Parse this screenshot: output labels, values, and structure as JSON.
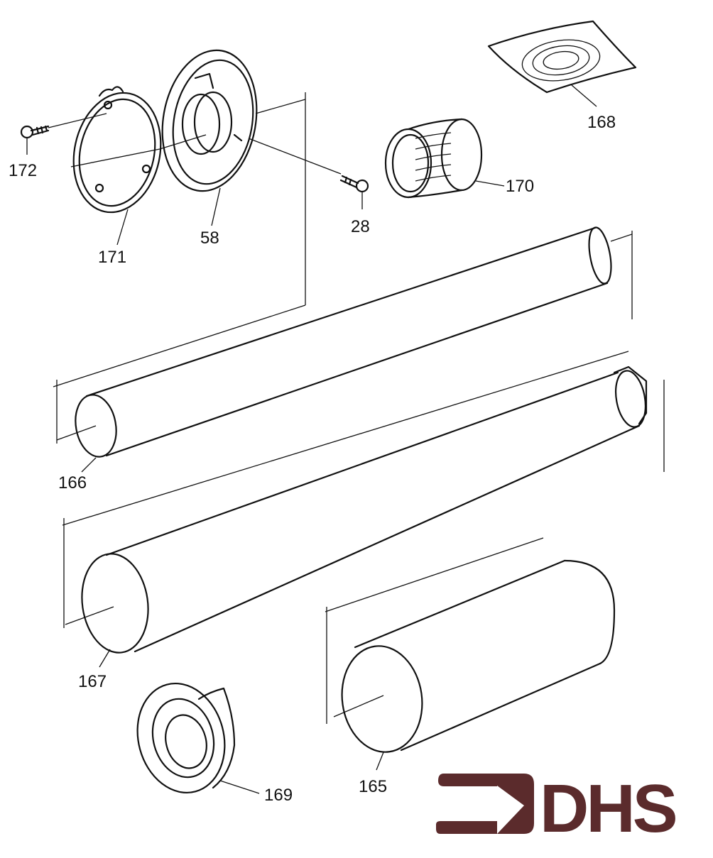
{
  "diagram": {
    "parts": [
      {
        "id": "172",
        "name": "screw"
      },
      {
        "id": "171",
        "name": "gasket-ring"
      },
      {
        "id": "58",
        "name": "wall-plate"
      },
      {
        "id": "28",
        "name": "screw"
      },
      {
        "id": "170",
        "name": "flexible-sleeve"
      },
      {
        "id": "168",
        "name": "roof-flashing"
      },
      {
        "id": "166",
        "name": "pipe-long"
      },
      {
        "id": "167",
        "name": "pipe-large"
      },
      {
        "id": "165",
        "name": "pipe-short"
      },
      {
        "id": "169",
        "name": "collar"
      }
    ],
    "labels": {
      "p172": "172",
      "p171": "171",
      "p58": "58",
      "p28": "28",
      "p170": "170",
      "p168": "168",
      "p166": "166",
      "p167": "167",
      "p165": "165",
      "p169": "169"
    }
  },
  "logo": {
    "text": "DHS",
    "color": "#5b2b2c"
  }
}
